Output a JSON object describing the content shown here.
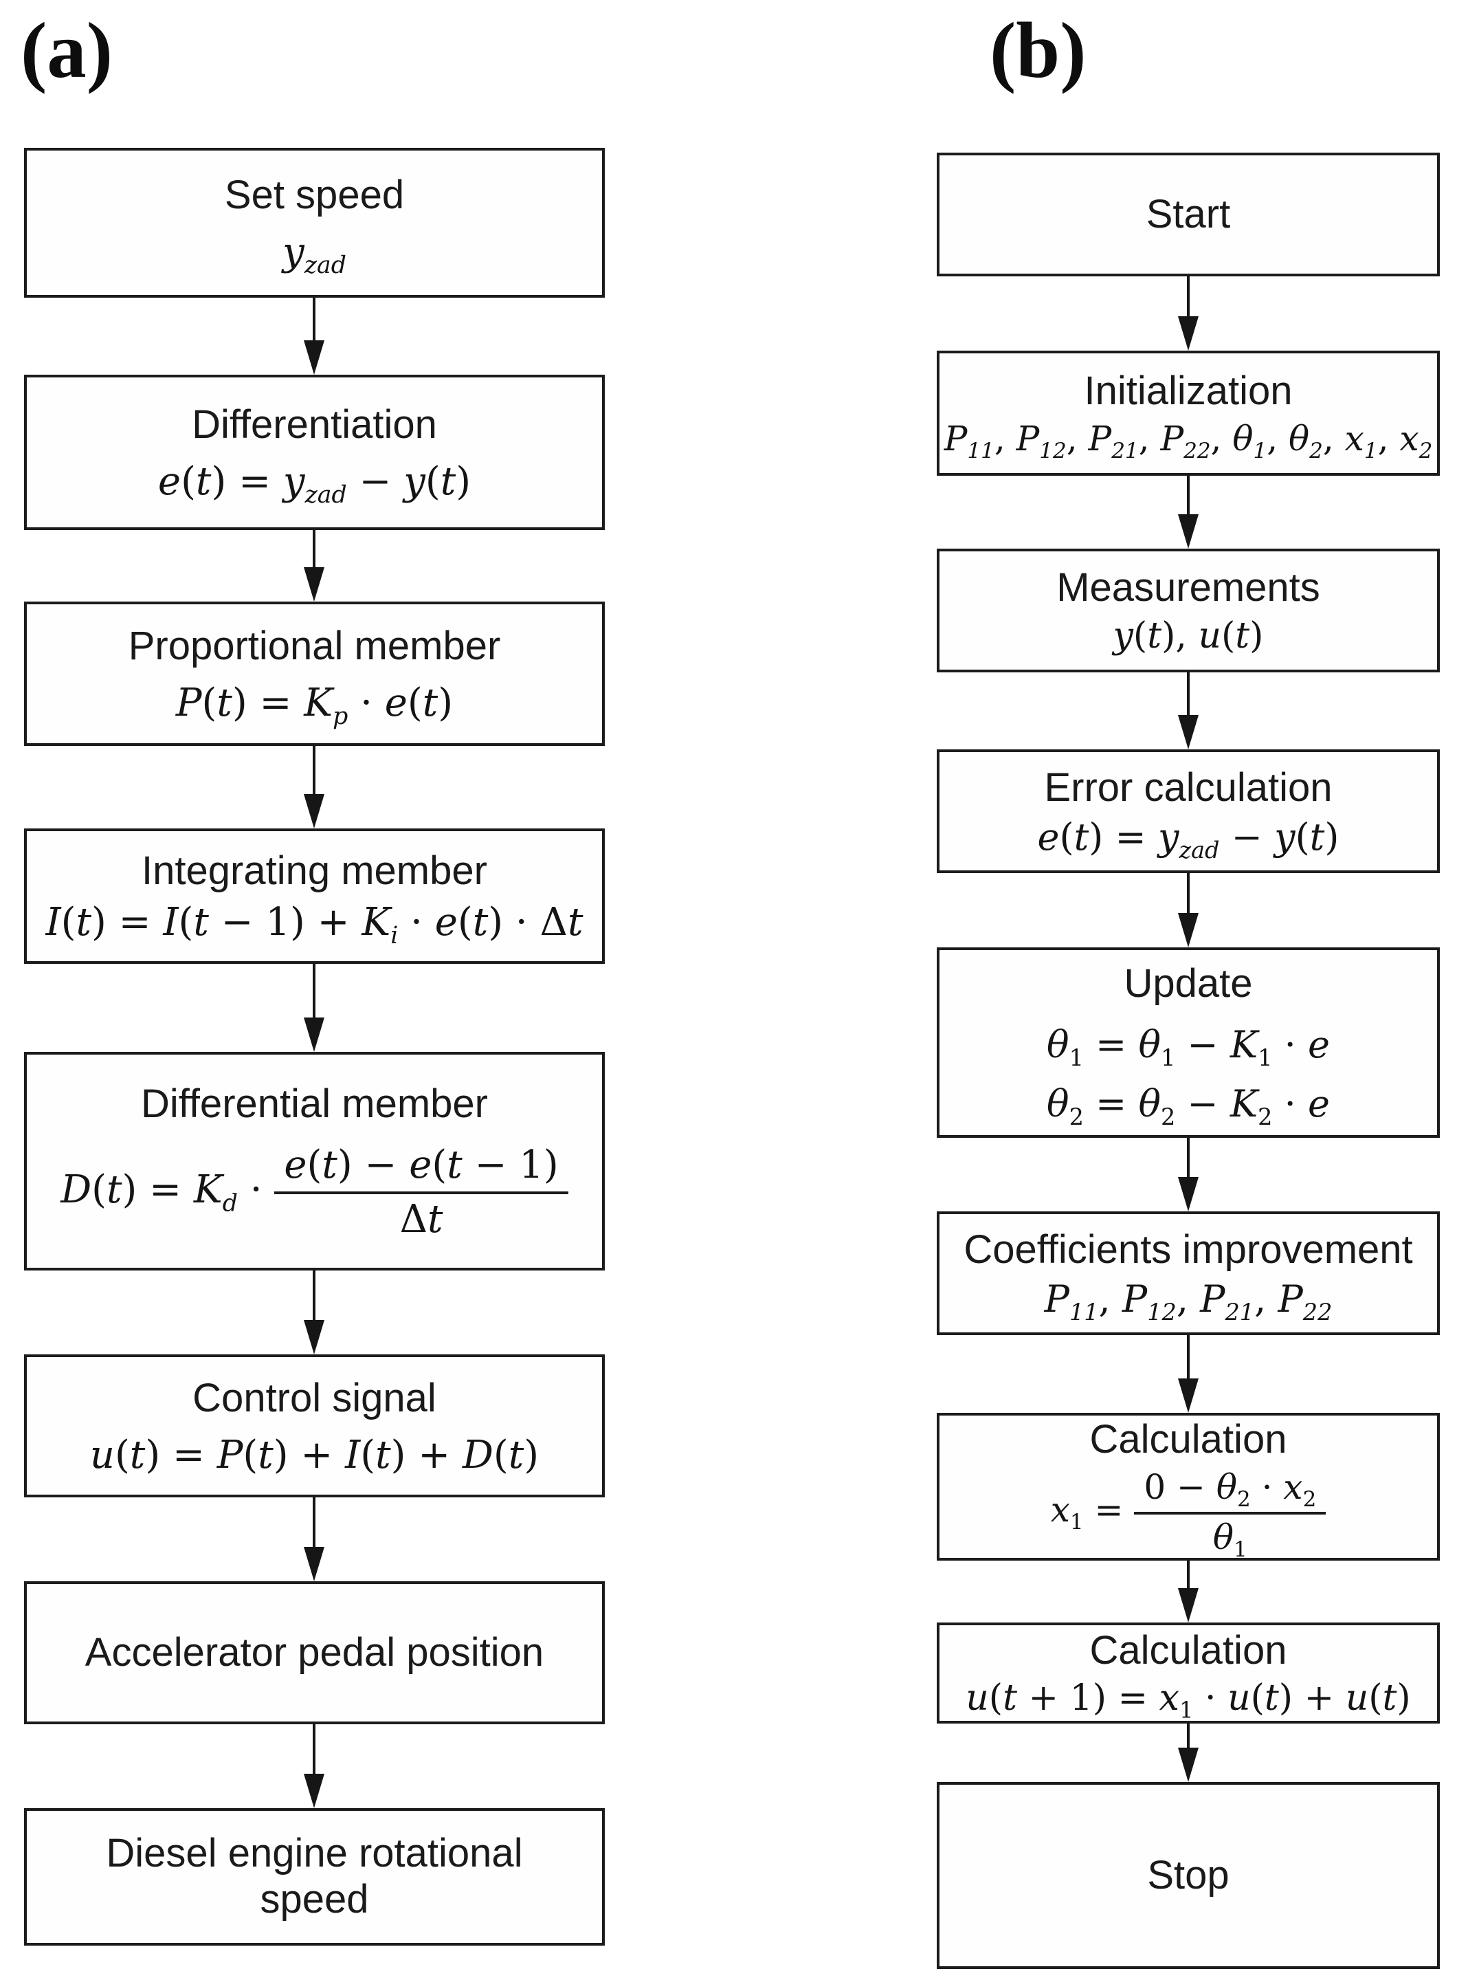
{
  "figure": {
    "label_a": "(a)",
    "label_b": "(b)",
    "colors": {
      "ink": "#1a1a1a",
      "background": "#ffffff"
    }
  },
  "columns": {
    "a": {
      "boxes": [
        {
          "title": "Set speed",
          "formula_html": "<i>y</i><sub><i>zad</i></sub>"
        },
        {
          "title": "Differentiation",
          "formula_html": "<i>e</i>(<i>t</i>) = <i>y</i><sub><i>zad</i></sub> − <i>y</i>(<i>t</i>)"
        },
        {
          "title": "Proportional member",
          "formula_html": "<i>P</i>(<i>t</i>) = <i>K</i><sub><i>p</i></sub> · <i>e</i>(<i>t</i>)"
        },
        {
          "title": "Integrating member",
          "formula_html": "<i>I</i>(<i>t</i>) = <i>I</i>(<i>t</i> − 1) + <i>K</i><sub><i>i</i></sub> · <i>e</i>(<i>t</i>) · Δ<i>t</i>"
        },
        {
          "title": "Differential member",
          "formula_html": "<i>D</i>(<i>t</i>) = <i>K</i><sub><i>d</i></sub> · <span class=\"frac\"><span class=\"num\"><i>e</i>(<i>t</i>) − <i>e</i>(<i>t</i> − 1)</span><span class=\"den\">Δ<i>t</i></span></span>"
        },
        {
          "title": "Control signal",
          "formula_html": "<i>u</i>(<i>t</i>) = <i>P</i>(<i>t</i>) + <i>I</i>(<i>t</i>) + <i>D</i>(<i>t</i>)"
        },
        {
          "title": "Accelerator pedal position"
        },
        {
          "title": "Diesel engine rotational speed"
        }
      ]
    },
    "b": {
      "boxes": [
        {
          "title": "Start"
        },
        {
          "title": "Initialization",
          "formula_html": "<i>P</i><sub><i>11</i></sub>, <i>P</i><sub><i>12</i></sub>, <i>P</i><sub><i>21</i></sub>, <i>P</i><sub><i>22</i></sub>, <i>θ</i><sub><i>1</i></sub>, <i>θ</i><sub><i>2</i></sub>, <i>x</i><sub><i>1</i></sub>, <i>x</i><sub><i>2</i></sub>"
        },
        {
          "title": "Measurements",
          "formula_html": "<i>y</i>(<i>t</i>), <i>u</i>(<i>t</i>)"
        },
        {
          "title": "Error calculation",
          "formula_html": "<i>e</i>(<i>t</i>) = <i>y</i><sub><i>zad</i></sub> − <i>y</i>(<i>t</i>)"
        },
        {
          "title": "Update",
          "formula_html": "<i>θ</i><sub>1</sub> = <i>θ</i><sub>1</sub> − <i>K</i><sub>1</sub> · <i>e</i>",
          "formula2_html": "<i>θ</i><sub>2</sub> = <i>θ</i><sub>2</sub> − <i>K</i><sub>2</sub> · <i>e</i>"
        },
        {
          "title": "Coefficients improvement",
          "formula_html": "<i>P</i><sub><i>11</i></sub>, <i>P</i><sub><i>12</i></sub>, <i>P</i><sub><i>21</i></sub>, <i>P</i><sub><i>22</i></sub>"
        },
        {
          "title": "Calculation",
          "formula_html": "<i>x</i><sub>1</sub> = <span class=\"frac\"><span class=\"num\">0 − <i>θ</i><sub>2</sub> · <i>x</i><sub>2</sub></span><span class=\"den\"><i>θ</i><sub>1</sub></span></span>"
        },
        {
          "title": "Calculation",
          "formula_html": "<i>u</i>(<i>t</i> + 1) = <i>x</i><sub>1</sub> · <i>u</i>(<i>t</i>) + <i>u</i>(<i>t</i>)"
        },
        {
          "title": "Stop"
        }
      ]
    }
  }
}
